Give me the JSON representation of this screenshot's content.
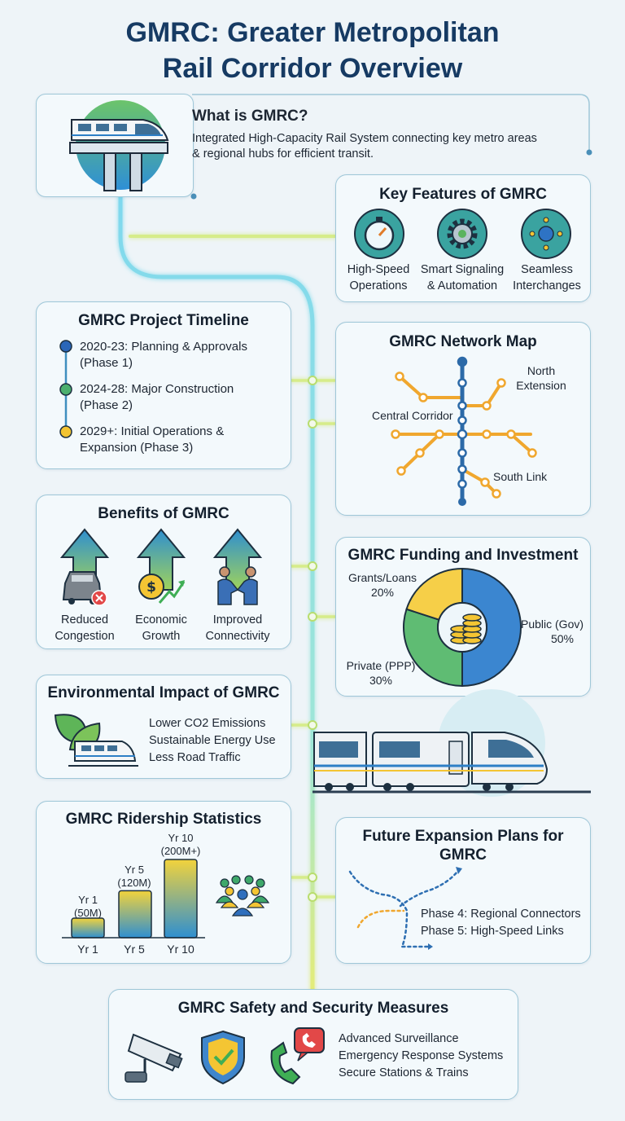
{
  "header": {
    "title_line1": "GMRC: Greater Metropolitan",
    "title_line2": "Rail Corridor Overview"
  },
  "what": {
    "title": "What is GMRC?",
    "line1": "Integrated High-Capacity Rail System connecting key metro areas",
    "line2": "& regional hubs for efficient transit."
  },
  "features": {
    "title": "Key Features of GMRC",
    "items": [
      {
        "line1": "High-Speed",
        "line2": "Operations",
        "icon": "stopwatch-icon"
      },
      {
        "line1": "Smart Signaling",
        "line2": "& Automation",
        "icon": "gear-icon"
      },
      {
        "line1": "Seamless",
        "line2": "Interchanges",
        "icon": "globe-network-icon"
      }
    ]
  },
  "timeline": {
    "title": "GMRC Project Timeline",
    "items": [
      {
        "line1": "2020-23: Planning & Approvals",
        "line2": "(Phase 1)",
        "color": "#2a66b8"
      },
      {
        "line1": "2024-28: Major Construction",
        "line2": "(Phase 2)",
        "color": "#4caf6e"
      },
      {
        "line1": "2029+: Initial Operations &",
        "line2": "Expansion (Phase 3)",
        "color": "#f3c431"
      }
    ]
  },
  "network": {
    "title": "GMRC Network Map",
    "label_north_1": "North",
    "label_north_2": "Extension",
    "label_central": "Central Corridor",
    "label_south": "South Link"
  },
  "benefits": {
    "title": "Benefits of GMRC",
    "items": [
      {
        "line1": "Reduced",
        "line2": "Congestion",
        "icon": "car-icon"
      },
      {
        "line1": "Economic",
        "line2": "Growth",
        "icon": "dollar-growth-icon"
      },
      {
        "line1": "Improved",
        "line2": "Connectivity",
        "icon": "handshake-icon"
      }
    ]
  },
  "funding": {
    "title": "GMRC Funding and Investment",
    "slices": [
      {
        "label": "Public (Gov)",
        "pct_label": "50%",
        "value": 50,
        "color": "#3b86d0"
      },
      {
        "label": "Private (PPP)",
        "pct_label": "30%",
        "value": 30,
        "color": "#5fbc73"
      },
      {
        "label": "Grants/Loans",
        "pct_label": "20%",
        "value": 20,
        "color": "#f6cf48"
      }
    ]
  },
  "environment": {
    "title": "Environmental Impact of GMRC",
    "items": [
      "Lower CO2 Emissions",
      "Sustainable Energy Use",
      "Less Road Traffic"
    ]
  },
  "ridership": {
    "title": "GMRC Ridership Statistics",
    "bars": [
      {
        "label_top": "Yr 1",
        "label_value": "(50M)",
        "axis": "Yr 1",
        "value": 50
      },
      {
        "label_top": "Yr 5",
        "label_value": "(120M)",
        "axis": "Yr 5",
        "value": 120
      },
      {
        "label_top": "Yr 10",
        "label_value": "(200M+)",
        "axis": "Yr 10",
        "value": 200
      }
    ]
  },
  "expansion": {
    "title_line1": "Future Expansion Plans for",
    "title_line2": "GMRC",
    "items": [
      "Phase 4: Regional Connectors",
      "Phase 5: High-Speed Links"
    ]
  },
  "safety": {
    "title": "GMRC Safety and Security Measures",
    "items": [
      "Advanced Surveillance",
      "Emergency Response Systems",
      "Secure Stations & Trains"
    ]
  },
  "colors": {
    "title": "#163a63",
    "card_border": "#9fc7d8",
    "corridor": "#8fe0ea",
    "accent_yellow": "#e8e36a"
  }
}
